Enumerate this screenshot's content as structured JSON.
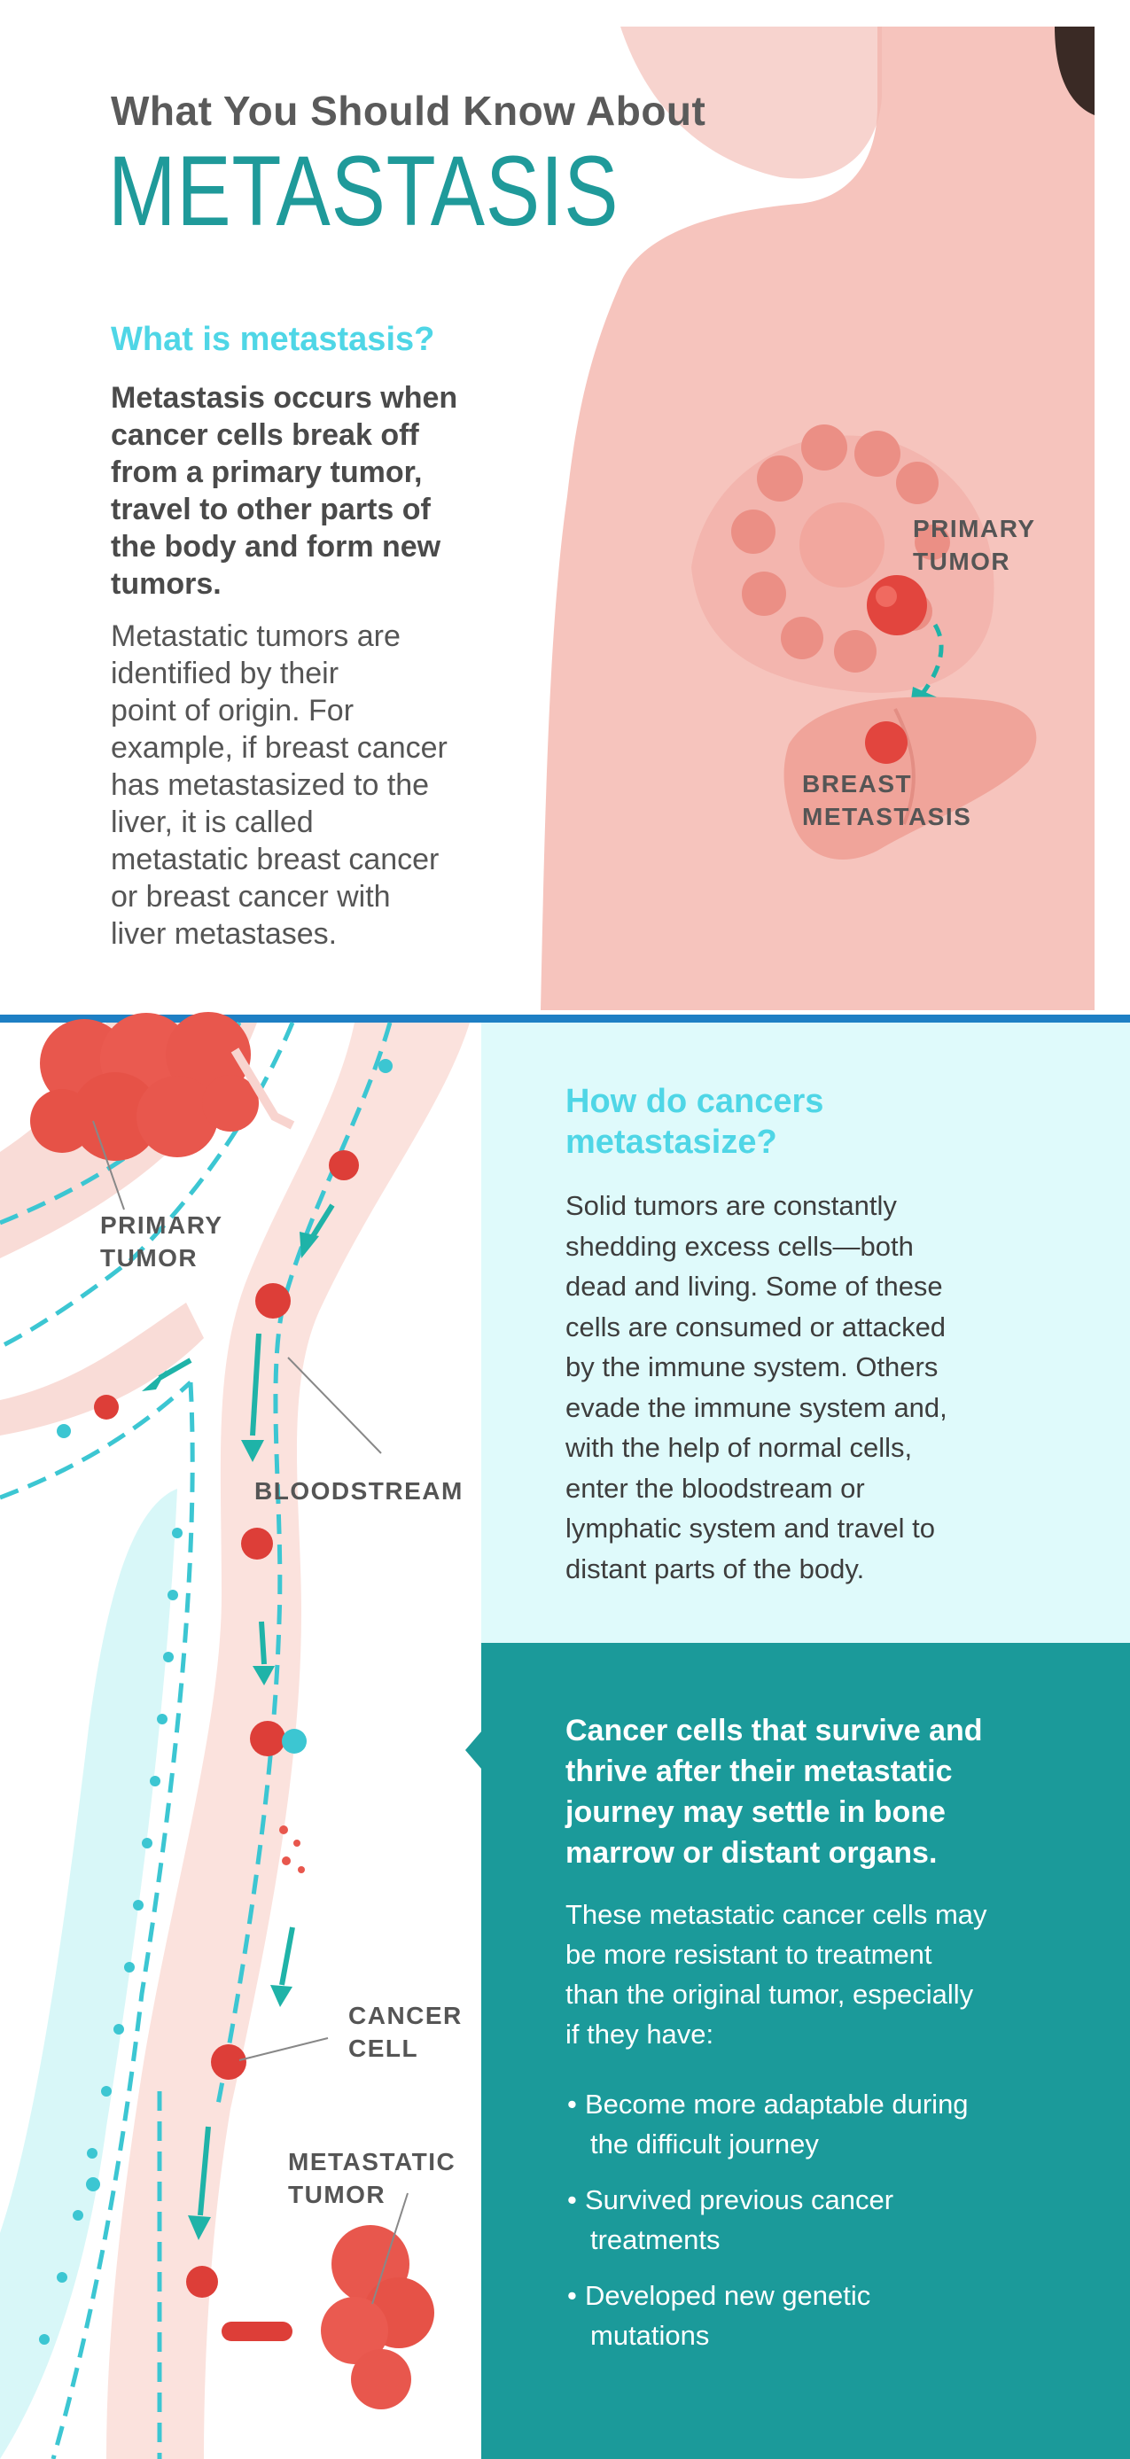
{
  "header": {
    "kicker": "What You Should Know About",
    "title": "METASTASIS"
  },
  "section1": {
    "question": "What is metastasis?",
    "definition_lines": [
      "Metastasis occurs when",
      "cancer cells break off",
      "from a primary tumor,",
      "travel to other parts of",
      "the body and form new",
      "tumors."
    ],
    "example_lines": [
      "Metastatic tumors are",
      "identified by their",
      "point of origin. For",
      "example, if breast cancer",
      "has metastasized to the",
      "liver, it is called",
      "metastatic breast cancer",
      "or breast cancer with",
      "liver metastases."
    ],
    "labels": {
      "primary_line1": "PRIMARY",
      "primary_line2": "TUMOR",
      "breast_line1": "BREAST",
      "breast_line2": "METASTASIS"
    }
  },
  "section2": {
    "question_line1": "How do cancers",
    "question_line2": "metastasize?",
    "paragraph_lines": [
      "Solid tumors are constantly",
      "shedding excess cells—both",
      "dead and living. Some of these",
      "cells are consumed or attacked",
      "by the immune system. Others",
      "evade the immune system and,",
      "with the help of normal cells,",
      "enter the bloodstream or",
      "lymphatic system and travel to",
      "distant parts of the body."
    ],
    "labels": {
      "primary_line1": "PRIMARY",
      "primary_line2": "TUMOR",
      "bloodstream": "BLOODSTREAM",
      "cancer_line1": "CANCER",
      "cancer_line2": "CELL",
      "metastatic_line1": "METASTATIC",
      "metastatic_line2": "TUMOR"
    }
  },
  "section3": {
    "headline_lines": [
      "Cancer cells that survive and",
      "thrive after their metastatic",
      "journey may settle in bone",
      "marrow or distant organs."
    ],
    "intro_lines": [
      "These metastatic cancer cells may",
      "be more resistant to treatment",
      "than the original tumor, especially",
      "if they have:"
    ],
    "bullets": [
      {
        "line1": "Become more adaptable during",
        "line2": "the difficult journey"
      },
      {
        "line1": "Survived previous cancer",
        "line2": "treatments"
      },
      {
        "line1": "Developed new genetic",
        "line2": "mutations"
      }
    ]
  },
  "colors": {
    "teal": "#1f9a9a",
    "cyan_heading": "#4fd6e6",
    "skin": "#f6c4bd",
    "light_cyan_panel": "#dffafb",
    "dark_teal_panel": "#1b9a9a",
    "tumor_red": "#e8463f",
    "divider_blue": "#1e7fc4"
  }
}
